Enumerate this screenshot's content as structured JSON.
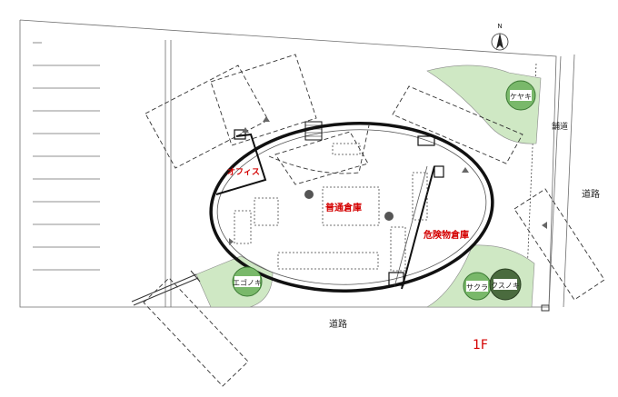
{
  "labels": {
    "office": "オフィス",
    "general_warehouse": "普通倉庫",
    "hazmat_warehouse": "危険物倉庫",
    "road_bottom": "道路",
    "road_right": "道路",
    "sidewalk": "舗道",
    "floor": "1F",
    "north": "N"
  },
  "trees": {
    "keyaki": "ケヤキ",
    "enoki": "エゴノキ",
    "sakura": "サクラ",
    "kusunoki": "クスノキ"
  },
  "colors": {
    "label_red": "#d40000",
    "planting_green": "#cfe8c4",
    "tree_green": "#79b86a",
    "tree_dark": "#4a6b3e"
  }
}
